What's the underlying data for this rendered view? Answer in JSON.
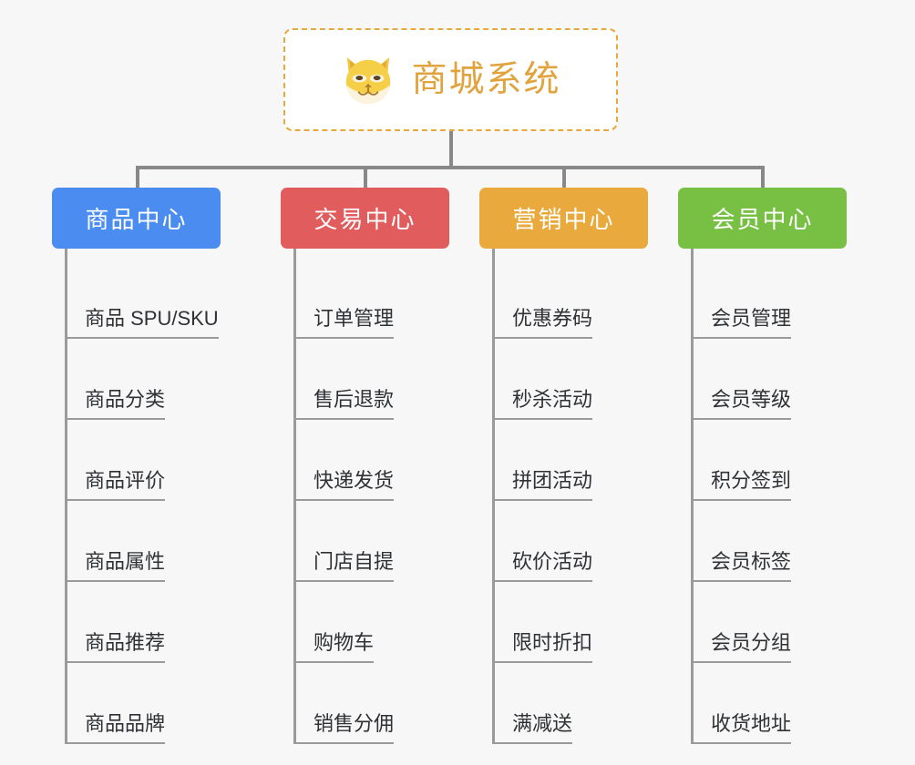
{
  "page": {
    "background_color": "#f7f7f7",
    "type": "org-chart"
  },
  "root": {
    "icon": "shiba-dog-emoji",
    "title": "商城系统",
    "title_color": "#e0a33e",
    "border_color": "#e8a83d"
  },
  "connector_color": "#888888",
  "branches": [
    {
      "name": "product-center",
      "label": "商品中心",
      "color": "#4a8cf0",
      "items": [
        "商品 SPU/SKU",
        "商品分类",
        "商品评价",
        "商品属性",
        "商品推荐",
        "商品品牌"
      ]
    },
    {
      "name": "trade-center",
      "label": "交易中心",
      "color": "#e15c5c",
      "items": [
        "订单管理",
        "售后退款",
        "快递发货",
        "门店自提",
        "购物车",
        "销售分佣"
      ]
    },
    {
      "name": "marketing-center",
      "label": "营销中心",
      "color": "#e9a93c",
      "items": [
        "优惠券码",
        "秒杀活动",
        "拼团活动",
        "砍价活动",
        "限时折扣",
        "满减送"
      ]
    },
    {
      "name": "member-center",
      "label": "会员中心",
      "color": "#77c043",
      "items": [
        "会员管理",
        "会员等级",
        "积分签到",
        "会员标签",
        "会员分组",
        "收货地址"
      ]
    }
  ]
}
